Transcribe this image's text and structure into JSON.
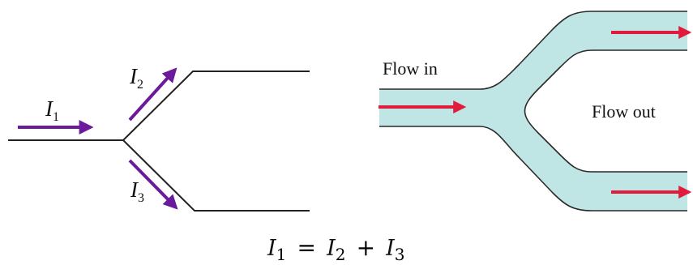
{
  "left_diagram": {
    "currents": [
      {
        "symbol": "I",
        "subscript": "1"
      },
      {
        "symbol": "I",
        "subscript": "2"
      },
      {
        "symbol": "I",
        "subscript": "3"
      }
    ],
    "arrow_color": "#6a1a9a",
    "wire_color": "#222222"
  },
  "right_diagram": {
    "flow_in_label": "Flow in",
    "flow_out_label": "Flow out",
    "pipe_fill": "#bfe5e4",
    "arrow_color": "#e01b3c"
  },
  "equation": {
    "lhs": {
      "symbol": "I",
      "subscript": "1"
    },
    "equals": "=",
    "term1": {
      "symbol": "I",
      "subscript": "2"
    },
    "plus": "+",
    "term2": {
      "symbol": "I",
      "subscript": "3"
    }
  }
}
